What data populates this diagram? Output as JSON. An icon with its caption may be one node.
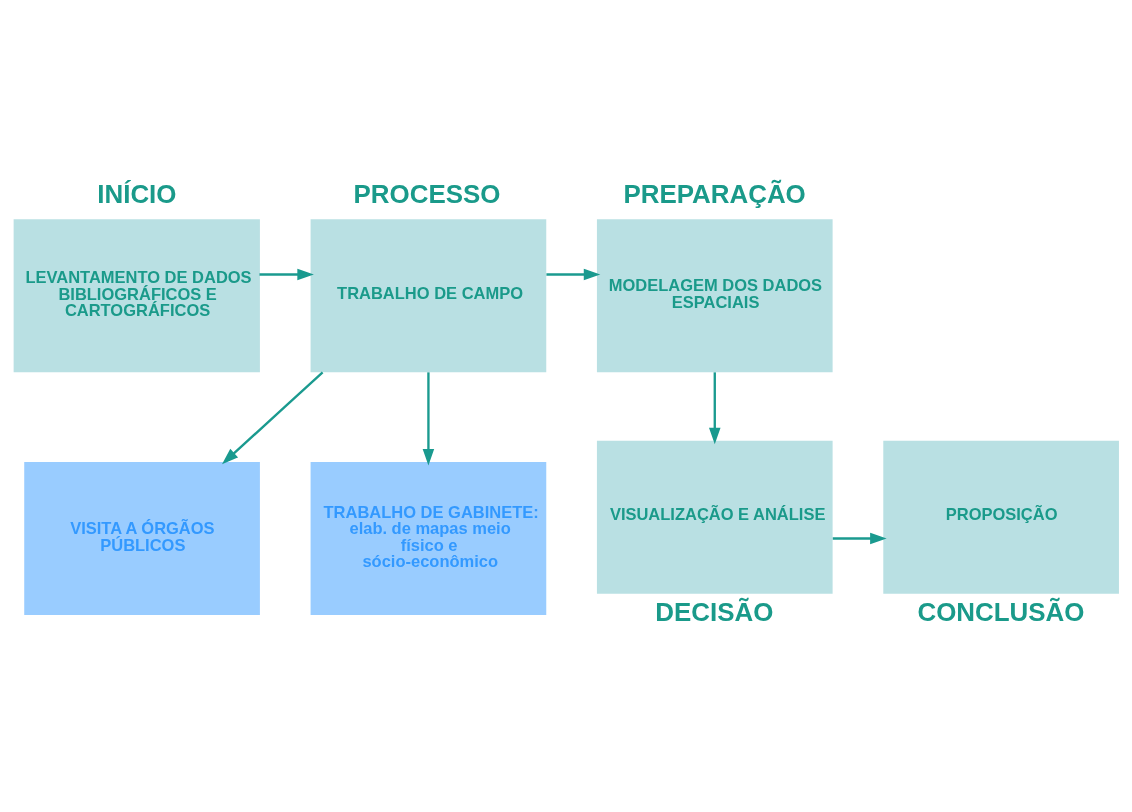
{
  "diagram": {
    "nodes": [
      {
        "text": [
          "INÍCIO",
          "LEVANTAMENTO DE DADOS BIBLIOGRÁFICOS E CARTOGRÁFICOS"
        ]
      },
      {
        "text": [
          "PROCESSO",
          "TRABALHO DE CAMPO"
        ]
      },
      {
        "text": [
          "PREPARAÇÃO",
          "MODELAGEM DOS DADOS ESPACIAIS"
        ]
      },
      {
        "text": [
          "VISITA A ÓRGÃOS PÚBLICOS"
        ]
      },
      {
        "text": [
          "TRABALHO DE GABINETE: elab. de mapas meio físico e sócio-econômico"
        ]
      },
      {
        "text": [
          "PROPOSIÇÃO",
          "CONCLUSÃO"
        ]
      },
      {
        "text": [
          "VISUALIZAÇÃO E ANÁLISE",
          "DECISÃO"
        ]
      }
    ],
    "edges": [
      {
        "from": 0,
        "to": 1,
        "arrow": "to"
      },
      {
        "from": 1,
        "to": 2,
        "arrow": "to"
      },
      {
        "from": 1,
        "to": 3,
        "arrow": "to"
      },
      {
        "from": 1,
        "to": 4,
        "arrow": "to"
      },
      {
        "from": 2,
        "to": 6,
        "arrow": "to"
      },
      {
        "from": 6,
        "to": 5,
        "arrow": "to"
      }
    ]
  }
}
